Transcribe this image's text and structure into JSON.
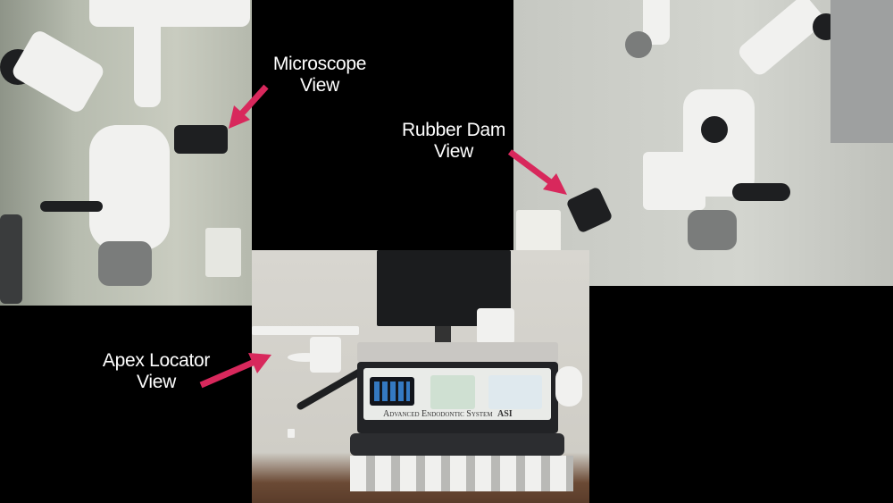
{
  "labels": {
    "microscope": [
      "Microscope",
      "View"
    ],
    "rubber_dam": [
      "Rubber Dam",
      "View"
    ],
    "apex_locator": [
      "Apex Locator",
      "View"
    ]
  },
  "equipment_panel": {
    "brand_text": "Advanced Endodontic System",
    "logo_text": "ASI"
  },
  "colors": {
    "arrow": "#d8285c",
    "background": "#000000",
    "label_text": "#ffffff"
  }
}
